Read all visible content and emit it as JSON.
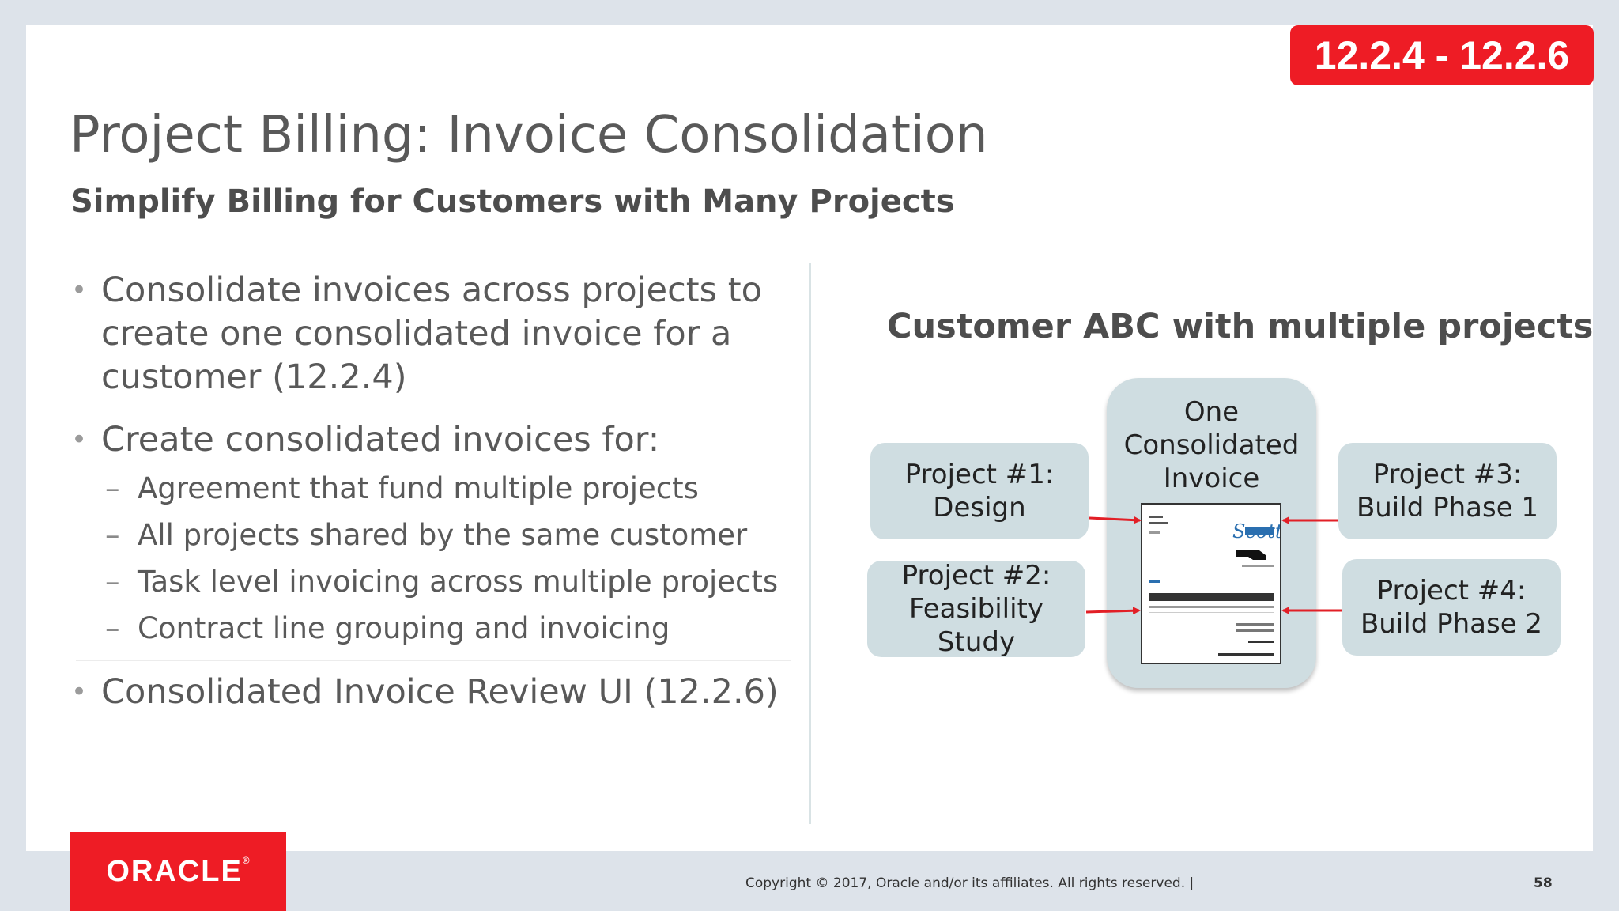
{
  "badge": "12.2.4 - 12.2.6",
  "title": "Project Billing: Invoice Consolidation",
  "subtitle": "Simplify Billing for Customers with Many Projects",
  "bullets": {
    "b1": [
      "Consolidate invoices across projects to",
      "create one consolidated invoice for a",
      "customer (12.2.4)"
    ],
    "b2": "Create consolidated invoices for:",
    "subs": [
      "Agreement that fund multiple projects",
      "All projects shared by the same customer",
      "Task level invoicing across multiple projects",
      "Contract line grouping and invoicing"
    ],
    "b3": "Consolidated Invoice Review UI (12.2.6)"
  },
  "diagram": {
    "heading": "Customer ABC with multiple projects",
    "center": [
      "One",
      "Consolidated",
      "Invoice"
    ],
    "projects": {
      "p1": [
        "Project #1:",
        "Design"
      ],
      "p2": [
        "Project #2:",
        "Feasibility",
        "Study"
      ],
      "p3": [
        "Project #3:",
        "Build Phase 1"
      ],
      "p4": [
        "Project #4:",
        "Build Phase 2"
      ]
    },
    "invoice_logo": "Scott",
    "arrow_color": "#e21f26"
  },
  "footer": {
    "logo": "ORACLE",
    "copyright": "Copyright © 2017, Oracle and/or its affiliates. All rights reserved.  |",
    "page": "58"
  },
  "colors": {
    "brand_red": "#ee1c25",
    "box_fill": "#cfdde1"
  }
}
